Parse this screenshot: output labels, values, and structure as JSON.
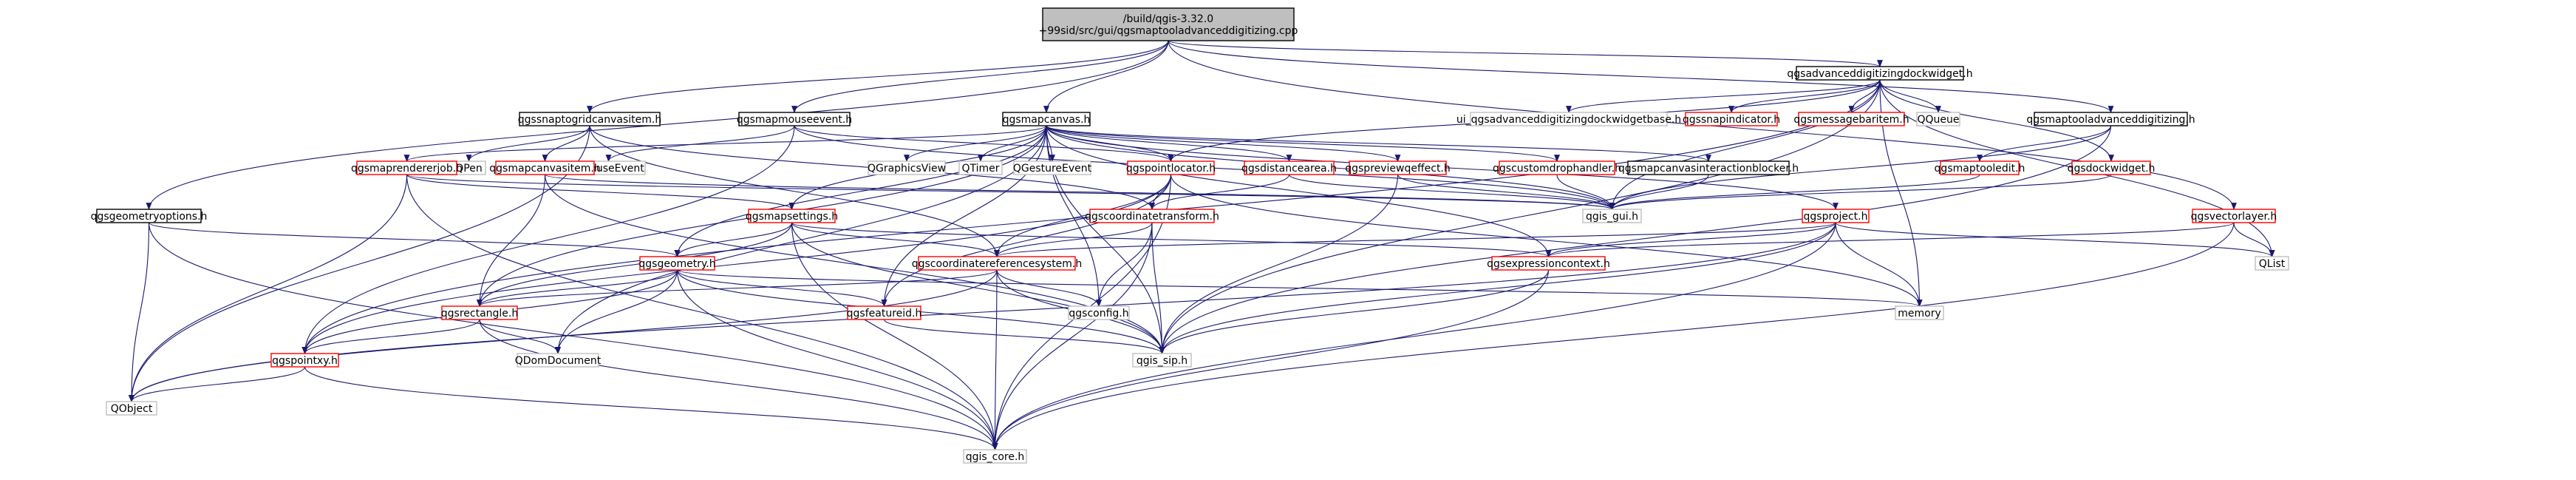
{
  "graph": {
    "root": "/build/qgis-3.32.0+99sid/src/gui/qgsmaptooladvanceddigitizing.cpp",
    "nodes": [
      {
        "id": "root",
        "lines": [
          "/build/qgis-3.32.0",
          "+99sid/src/gui/qgsmaptooladvanceddigitizing.cpp"
        ],
        "style": "root"
      },
      {
        "id": "qgsadvanceddigitizingdockwidget_h",
        "lines": [
          "qgsadvanceddigitizingdockwidget.h"
        ],
        "style": "black"
      },
      {
        "id": "qgssnaptogridcanvasitem_h",
        "lines": [
          "qgssnaptogridcanvasitem.h"
        ],
        "style": "black"
      },
      {
        "id": "qgsmapmouseevent_h",
        "lines": [
          "qgsmapmouseevent.h"
        ],
        "style": "black"
      },
      {
        "id": "qgsmapcanvas_h",
        "lines": [
          "qgsmapcanvas.h"
        ],
        "style": "black"
      },
      {
        "id": "ui_qgsadvanceddigitizingdockwidgetbase_h",
        "lines": [
          "ui_qgsadvanceddigitizingdockwidgetbase.h"
        ],
        "style": "gray"
      },
      {
        "id": "qgssnapindicator_h",
        "lines": [
          "qgssnapindicator.h"
        ],
        "style": "red"
      },
      {
        "id": "qgsmessagebaritem_h",
        "lines": [
          "qgsmessagebaritem.h"
        ],
        "style": "red"
      },
      {
        "id": "QQueue",
        "lines": [
          "QQueue"
        ],
        "style": "gray"
      },
      {
        "id": "qgsmaptooladvanceddigitizing_h",
        "lines": [
          "qgsmaptooladvanceddigitizing.h"
        ],
        "style": "black"
      },
      {
        "id": "QPen",
        "lines": [
          "QPen"
        ],
        "style": "gray"
      },
      {
        "id": "QMouseEvent",
        "lines": [
          "QMouseEvent"
        ],
        "style": "gray"
      },
      {
        "id": "QGraphicsView",
        "lines": [
          "QGraphicsView"
        ],
        "style": "gray"
      },
      {
        "id": "QTimer",
        "lines": [
          "QTimer"
        ],
        "style": "gray"
      },
      {
        "id": "QGestureEvent",
        "lines": [
          "QGestureEvent"
        ],
        "style": "gray"
      },
      {
        "id": "qgsmaprendererjob_h",
        "lines": [
          "qgsmaprendererjob.h"
        ],
        "style": "red"
      },
      {
        "id": "qgsmapcanvasitem_h",
        "lines": [
          "qgsmapcanvasitem.h"
        ],
        "style": "red"
      },
      {
        "id": "qgspointlocator_h",
        "lines": [
          "qgspointlocator.h"
        ],
        "style": "red"
      },
      {
        "id": "qgsdistancearea_h",
        "lines": [
          "qgsdistancearea.h"
        ],
        "style": "red"
      },
      {
        "id": "qgspreviewqeffect_h",
        "lines": [
          "qgspreviewqeffect.h"
        ],
        "style": "red"
      },
      {
        "id": "qgscustomdrophandler_h",
        "lines": [
          "qgscustomdrophandler.h"
        ],
        "style": "red"
      },
      {
        "id": "qgsmapcanvasinteractionblocker_h",
        "lines": [
          "qgsmapcanvasinteractionblocker.h"
        ],
        "style": "black"
      },
      {
        "id": "qgsmaptooledit_h",
        "lines": [
          "qgsmaptooledit.h"
        ],
        "style": "red"
      },
      {
        "id": "qgsdockwidget_h",
        "lines": [
          "qgsdockwidget.h"
        ],
        "style": "red"
      },
      {
        "id": "qgsgeometryoptions_h",
        "lines": [
          "qgsgeometryoptions.h"
        ],
        "style": "black"
      },
      {
        "id": "qgis_gui_h",
        "lines": [
          "qgis_gui.h"
        ],
        "style": "gray"
      },
      {
        "id": "qgsmapsettings_h",
        "lines": [
          "qgsmapsettings.h"
        ],
        "style": "red"
      },
      {
        "id": "qgscoordinatetransform_h",
        "lines": [
          "qgscoordinatetransform.h"
        ],
        "style": "red"
      },
      {
        "id": "qgsproject_h",
        "lines": [
          "qgsproject.h"
        ],
        "style": "red"
      },
      {
        "id": "qgsvectorlayer_h",
        "lines": [
          "qgsvectorlayer.h"
        ],
        "style": "red"
      },
      {
        "id": "qgsgeometry_h",
        "lines": [
          "qgsgeometry.h"
        ],
        "style": "red"
      },
      {
        "id": "qgscoordinatereferencesystem_h",
        "lines": [
          "qgscoordinatereferencesystem.h"
        ],
        "style": "red"
      },
      {
        "id": "qgsexpressioncontext_h",
        "lines": [
          "qgsexpressioncontext.h"
        ],
        "style": "red"
      },
      {
        "id": "QList",
        "lines": [
          "QList"
        ],
        "style": "gray"
      },
      {
        "id": "qgsrectangle_h",
        "lines": [
          "qgsrectangle.h"
        ],
        "style": "red"
      },
      {
        "id": "qgsfeatureid_h",
        "lines": [
          "qgsfeatureid.h"
        ],
        "style": "red"
      },
      {
        "id": "qgsconfig_h",
        "lines": [
          "qgsconfig.h"
        ],
        "style": "gray"
      },
      {
        "id": "memory",
        "lines": [
          "memory"
        ],
        "style": "gray"
      },
      {
        "id": "qgspointxy_h",
        "lines": [
          "qgspointxy.h"
        ],
        "style": "red"
      },
      {
        "id": "QDomDocument",
        "lines": [
          "QDomDocument"
        ],
        "style": "gray"
      },
      {
        "id": "qgis_sip_h",
        "lines": [
          "qgis_sip.h"
        ],
        "style": "gray"
      },
      {
        "id": "QObject",
        "lines": [
          "QObject"
        ],
        "style": "gray"
      },
      {
        "id": "qgis_core_h",
        "lines": [
          "qgis_core.h"
        ],
        "style": "gray"
      }
    ],
    "edges": [
      [
        "root",
        "qgsadvanceddigitizingdockwidget_h"
      ],
      [
        "root",
        "qgssnaptogridcanvasitem_h"
      ],
      [
        "root",
        "qgsmapmouseevent_h"
      ],
      [
        "root",
        "qgsmapcanvas_h"
      ],
      [
        "root",
        "qgsmaptooladvanceddigitizing_h"
      ],
      [
        "root",
        "qgsvectorlayer_h"
      ],
      [
        "root",
        "qgsgeometryoptions_h"
      ],
      [
        "qgsadvanceddigitizingdockwidget_h",
        "ui_qgsadvanceddigitizingdockwidgetbase_h"
      ],
      [
        "qgsadvanceddigitizingdockwidget_h",
        "qgssnapindicator_h"
      ],
      [
        "qgsadvanceddigitizingdockwidget_h",
        "qgsmessagebaritem_h"
      ],
      [
        "qgsadvanceddigitizingdockwidget_h",
        "QQueue"
      ],
      [
        "qgsadvanceddigitizingdockwidget_h",
        "qgsdockwidget_h"
      ],
      [
        "qgsadvanceddigitizingdockwidget_h",
        "qgspointlocator_h"
      ],
      [
        "qgsadvanceddigitizingdockwidget_h",
        "qgspointxy_h"
      ],
      [
        "qgsadvanceddigitizingdockwidget_h",
        "qgis_gui_h"
      ],
      [
        "qgsadvanceddigitizingdockwidget_h",
        "memory"
      ],
      [
        "qgsadvanceddigitizingdockwidget_h",
        "qgis_sip_h"
      ],
      [
        "qgsadvanceddigitizingdockwidget_h",
        "QList"
      ],
      [
        "qgssnaptogridcanvasitem_h",
        "QPen"
      ],
      [
        "qgssnaptogridcanvasitem_h",
        "qgsmapcanvasitem_h"
      ],
      [
        "qgssnaptogridcanvasitem_h",
        "qgscoordinatereferencesystem_h"
      ],
      [
        "qgssnaptogridcanvasitem_h",
        "qgscoordinatetransform_h"
      ],
      [
        "qgssnaptogridcanvasitem_h",
        "QObject"
      ],
      [
        "qgsmapmouseevent_h",
        "QMouseEvent"
      ],
      [
        "qgsmapmouseevent_h",
        "qgspointlocator_h"
      ],
      [
        "qgsmapmouseevent_h",
        "qgspointxy_h"
      ],
      [
        "qgsmapmouseevent_h",
        "qgis_gui_h"
      ],
      [
        "qgsmapcanvas_h",
        "QGraphicsView"
      ],
      [
        "qgsmapcanvas_h",
        "QTimer"
      ],
      [
        "qgsmapcanvas_h",
        "QGestureEvent"
      ],
      [
        "qgsmapcanvas_h",
        "qgsmaprendererjob_h"
      ],
      [
        "qgsmapcanvas_h",
        "qgspointlocator_h"
      ],
      [
        "qgsmapcanvas_h",
        "qgsdistancearea_h"
      ],
      [
        "qgsmapcanvas_h",
        "qgspreviewqeffect_h"
      ],
      [
        "qgsmapcanvas_h",
        "qgscustomdrophandler_h"
      ],
      [
        "qgsmapcanvas_h",
        "qgsmapcanvasinteractionblocker_h"
      ],
      [
        "qgsmapcanvas_h",
        "qgsmapsettings_h"
      ],
      [
        "qgsmapcanvas_h",
        "qgsrectangle_h"
      ],
      [
        "qgsmapcanvas_h",
        "qgsfeatureid_h"
      ],
      [
        "qgsmapcanvas_h",
        "qgsconfig_h"
      ],
      [
        "qgsmapcanvas_h",
        "QDomDocument"
      ],
      [
        "qgsmapcanvas_h",
        "qgis_sip_h"
      ],
      [
        "qgsmapcanvas_h",
        "qgis_gui_h"
      ],
      [
        "qgsmapcanvas_h",
        "qgsgeometry_h"
      ],
      [
        "qgsmapcanvas_h",
        "qgsproject_h"
      ],
      [
        "qgsmapcanvas_h",
        "qgsexpressioncontext_h"
      ],
      [
        "qgsmaptooladvanceddigitizing_h",
        "qgsmaptooledit_h"
      ],
      [
        "qgsmaptooladvanceddigitizing_h",
        "qgis_gui_h"
      ],
      [
        "qgsmaptooladvanceddigitizing_h",
        "qgis_sip_h"
      ],
      [
        "qgsmaprendererjob_h",
        "qgsmapsettings_h"
      ],
      [
        "qgsmaprendererjob_h",
        "qgis_gui_h"
      ],
      [
        "qgsmaprendererjob_h",
        "QObject"
      ],
      [
        "qgsmaprendererjob_h",
        "qgis_core_h"
      ],
      [
        "qgsmapcanvasitem_h",
        "qgsrectangle_h"
      ],
      [
        "qgsmapcanvasitem_h",
        "qgis_gui_h"
      ],
      [
        "qgsmapcanvasitem_h",
        "qgis_sip_h"
      ],
      [
        "qgspointlocator_h",
        "qgscoordinatetransform_h"
      ],
      [
        "qgspointlocator_h",
        "qgscoordinatereferencesystem_h"
      ],
      [
        "qgspointlocator_h",
        "qgsfeatureid_h"
      ],
      [
        "qgspointlocator_h",
        "qgspointxy_h"
      ],
      [
        "qgspointlocator_h",
        "memory"
      ],
      [
        "qgspointlocator_h",
        "qgis_core_h"
      ],
      [
        "qgsdistancearea_h",
        "qgscoordinatetransform_h"
      ],
      [
        "qgsdistancearea_h",
        "qgis_gui_h"
      ],
      [
        "qgspreviewqeffect_h",
        "qgis_gui_h"
      ],
      [
        "qgspreviewqeffect_h",
        "qgis_sip_h"
      ],
      [
        "qgscustomdrophandler_h",
        "qgis_gui_h"
      ],
      [
        "qgsmapcanvasinteractionblocker_h",
        "qgis_gui_h"
      ],
      [
        "qgsmaptooledit_h",
        "qgis_gui_h"
      ],
      [
        "qgsdockwidget_h",
        "qgis_gui_h"
      ],
      [
        "qgsgeometryoptions_h",
        "qgsgeometry_h"
      ],
      [
        "qgsgeometryoptions_h",
        "QObject"
      ],
      [
        "qgsgeometryoptions_h",
        "qgis_core_h"
      ],
      [
        "qgsmapsettings_h",
        "qgsgeometry_h"
      ],
      [
        "qgsmapsettings_h",
        "qgscoordinatereferencesystem_h"
      ],
      [
        "qgsmapsettings_h",
        "qgsrectangle_h"
      ],
      [
        "qgsmapsettings_h",
        "qgsexpressioncontext_h"
      ],
      [
        "qgsmapsettings_h",
        "qgis_sip_h"
      ],
      [
        "qgsmapsettings_h",
        "qgis_core_h"
      ],
      [
        "qgscoordinatetransform_h",
        "qgscoordinatereferencesystem_h"
      ],
      [
        "qgscoordinatetransform_h",
        "qgsconfig_h"
      ],
      [
        "qgscoordinatetransform_h",
        "qgis_sip_h"
      ],
      [
        "qgscoordinatetransform_h",
        "qgis_core_h"
      ],
      [
        "qgsproject_h",
        "qgscoordinatereferencesystem_h"
      ],
      [
        "qgsproject_h",
        "qgsexpressioncontext_h"
      ],
      [
        "qgsproject_h",
        "QList"
      ],
      [
        "qgsproject_h",
        "memory"
      ],
      [
        "qgsproject_h",
        "qgis_sip_h"
      ],
      [
        "qgsproject_h",
        "qgis_core_h"
      ],
      [
        "qgsproject_h",
        "QObject"
      ],
      [
        "qgsvectorlayer_h",
        "qgsexpressioncontext_h"
      ],
      [
        "qgsvectorlayer_h",
        "QList"
      ],
      [
        "qgsvectorlayer_h",
        "qgis_core_h"
      ],
      [
        "qgsgeometry_h",
        "qgsrectangle_h"
      ],
      [
        "qgsgeometry_h",
        "qgsfeatureid_h"
      ],
      [
        "qgsgeometry_h",
        "qgspointxy_h"
      ],
      [
        "qgsgeometry_h",
        "QDomDocument"
      ],
      [
        "qgsgeometry_h",
        "qgis_sip_h"
      ],
      [
        "qgsgeometry_h",
        "qgis_core_h"
      ],
      [
        "qgsgeometry_h",
        "memory"
      ],
      [
        "qgscoordinatereferencesystem_h",
        "qgsrectangle_h"
      ],
      [
        "qgscoordinatereferencesystem_h",
        "qgsconfig_h"
      ],
      [
        "qgscoordinatereferencesystem_h",
        "qgis_sip_h"
      ],
      [
        "qgscoordinatereferencesystem_h",
        "qgis_core_h"
      ],
      [
        "qgscoordinatereferencesystem_h",
        "QObject"
      ],
      [
        "qgsexpressioncontext_h",
        "qgis_sip_h"
      ],
      [
        "qgsexpressioncontext_h",
        "qgis_core_h"
      ],
      [
        "qgsrectangle_h",
        "qgspointxy_h"
      ],
      [
        "qgsrectangle_h",
        "QDomDocument"
      ],
      [
        "qgsrectangle_h",
        "qgis_core_h"
      ],
      [
        "qgsfeatureid_h",
        "qgis_sip_h"
      ],
      [
        "qgspointxy_h",
        "QObject"
      ],
      [
        "qgspointxy_h",
        "qgis_core_h"
      ]
    ],
    "colors": {
      "edge": "#191970",
      "root_fill": "#bfbfbf",
      "border_black": "#000000",
      "border_red": "#ff0000",
      "border_gray": "#bfbfbf",
      "node_fill": "#ffffff"
    }
  }
}
